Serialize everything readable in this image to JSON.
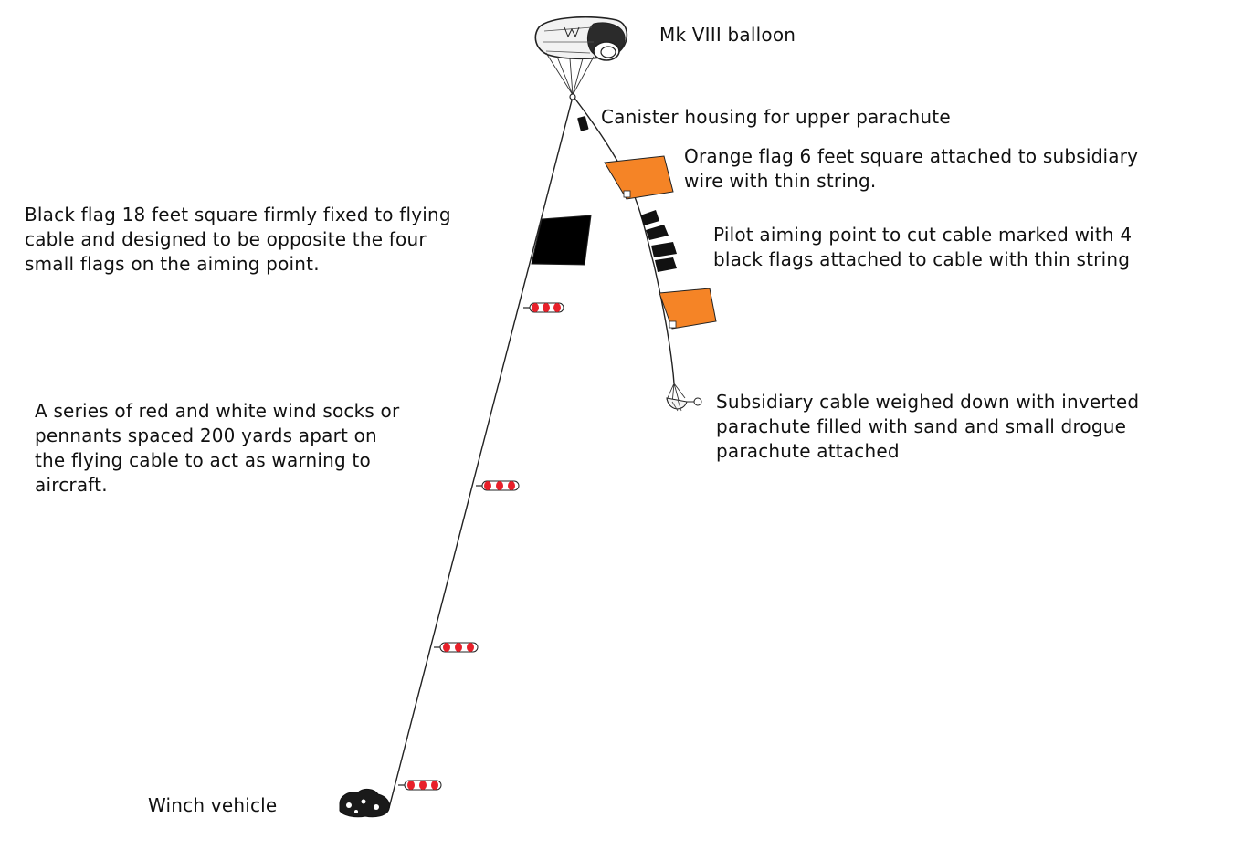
{
  "labels": {
    "balloon": [
      "Mk VIII balloon"
    ],
    "canister": [
      "Canister housing for upper parachute"
    ],
    "orange_flag": [
      "Orange flag 6 feet square attached to subsidiary",
      "wire with thin string."
    ],
    "black_flag": [
      "Black flag 18 feet square firmly fixed to flying",
      "cable and designed to be opposite the four",
      "small flags on the aiming point."
    ],
    "aiming_point": [
      "Pilot aiming point to cut cable marked with 4",
      "black flags attached to cable with thin string"
    ],
    "wind_socks": [
      "A series of red and white wind socks or",
      "pennants spaced 200 yards apart on",
      "the flying cable to act as warning to",
      "aircraft."
    ],
    "subsidiary_cable": [
      "Subsidiary cable weighed down with inverted",
      "parachute filled with sand and small drogue",
      "parachute attached"
    ],
    "winch": [
      "Winch vehicle"
    ]
  },
  "colors": {
    "orange_flag": "#f58426",
    "black_flag": "#000000",
    "windsock_red": "#e8202a",
    "windsock_black": "#111111",
    "cable": "#222222"
  }
}
